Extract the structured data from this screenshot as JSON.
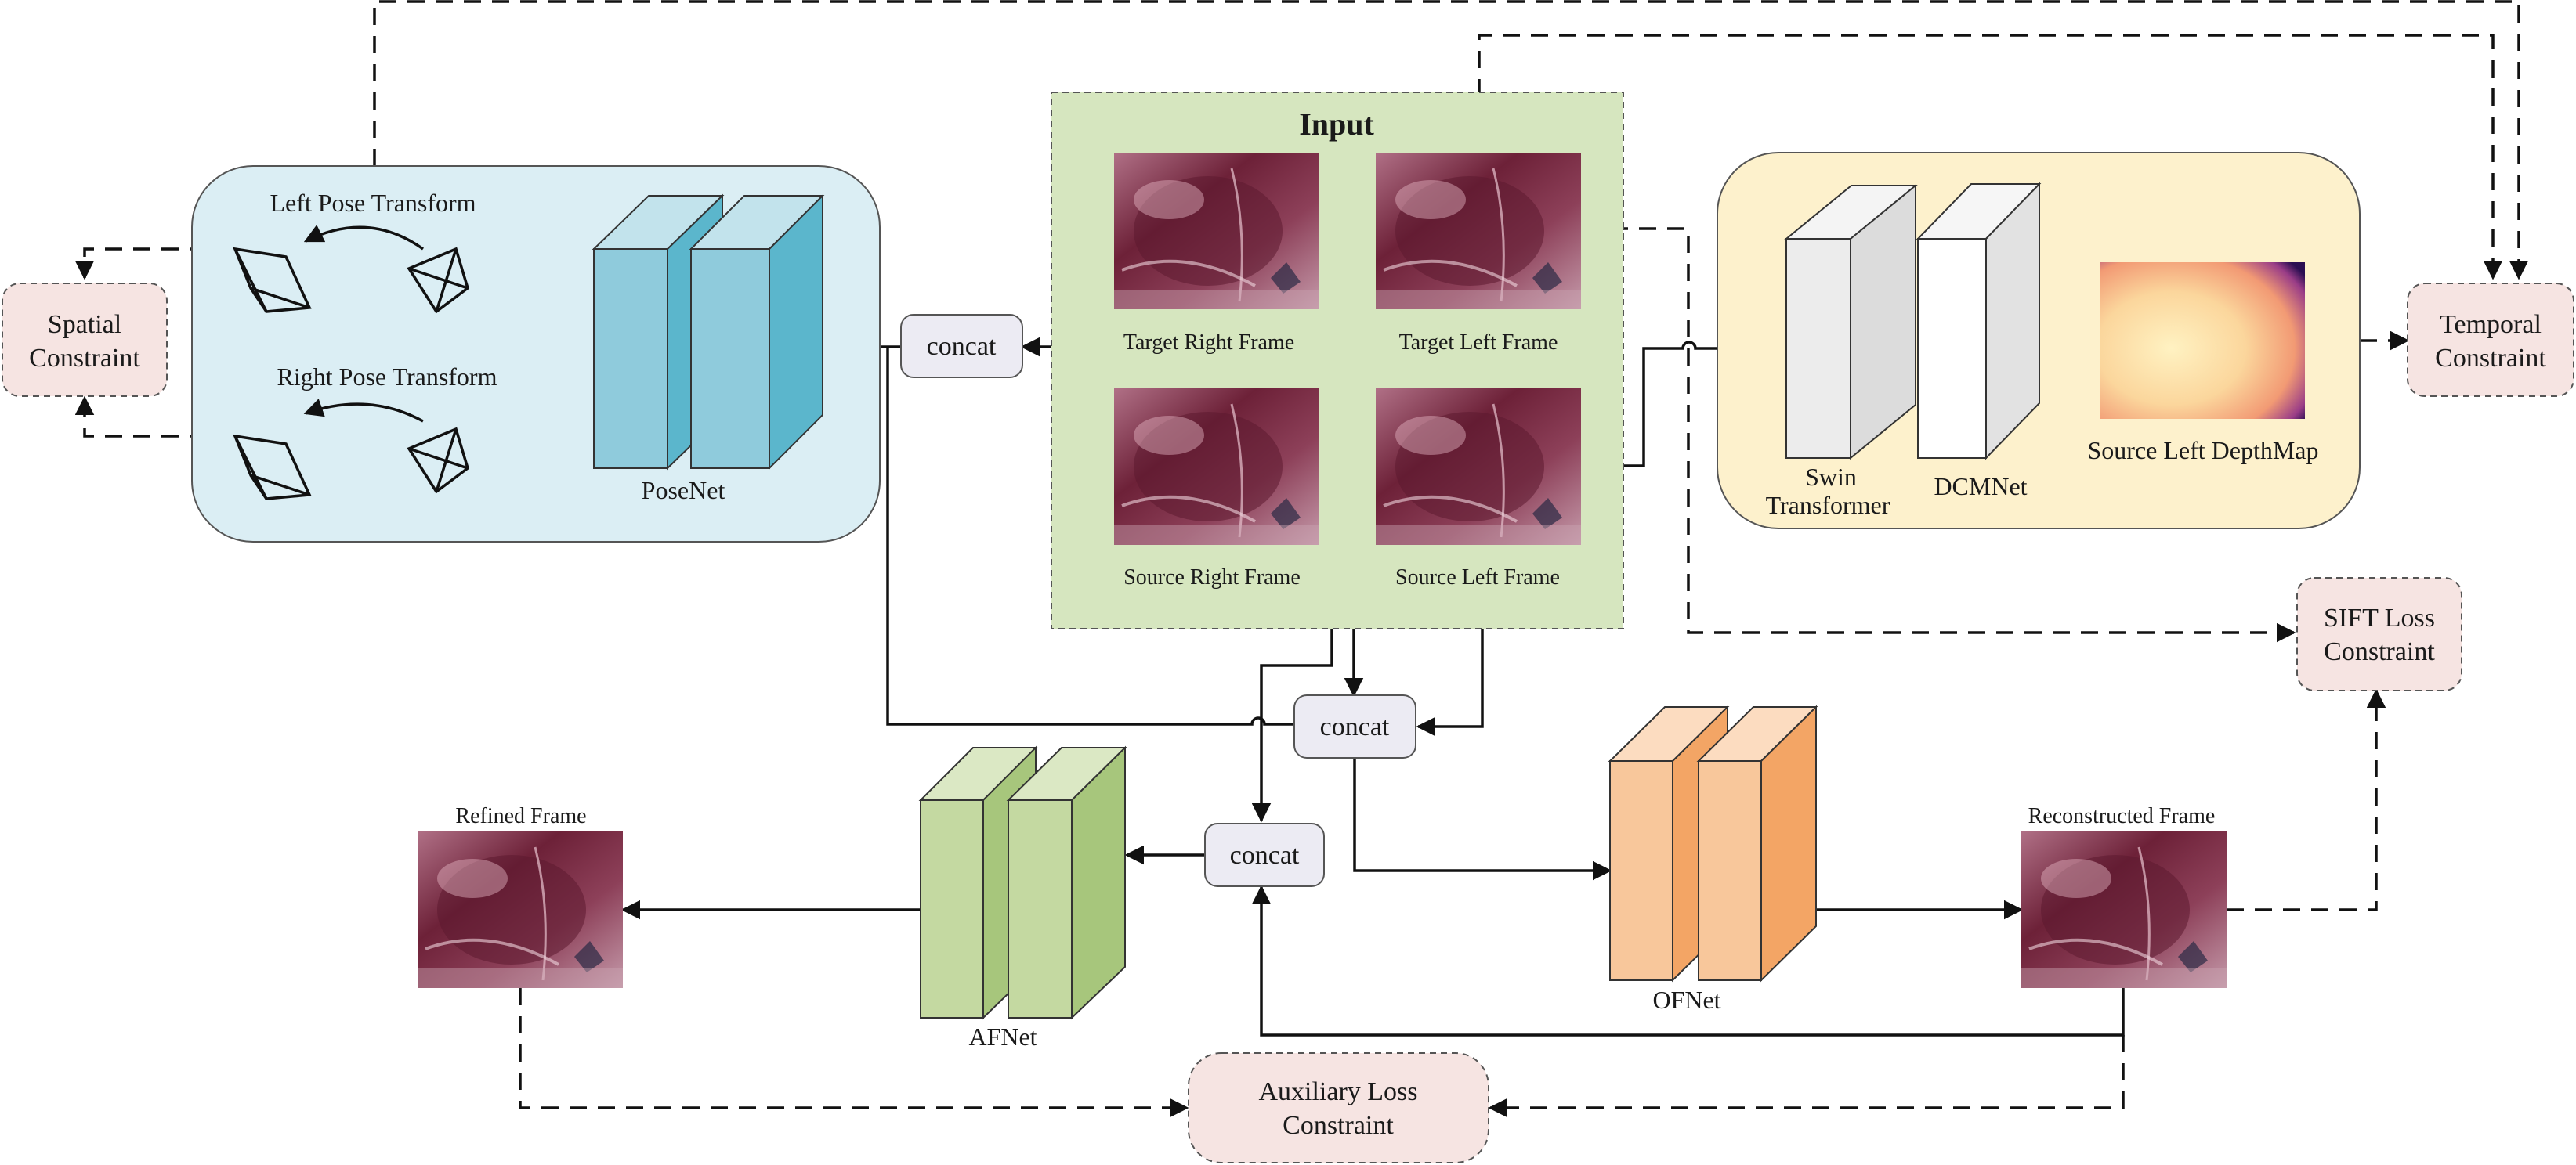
{
  "input": {
    "title": "Input"
  },
  "frames": {
    "target_right": "Target Right Frame",
    "target_left": "Target Left Frame",
    "source_right": "Source Right Frame",
    "source_left": "Source Left Frame",
    "refined": "Refined Frame",
    "reconstructed": "Reconstructed Frame"
  },
  "pose_panel": {
    "left_transform": "Left Pose Transform",
    "right_transform": "Right Pose Transform",
    "network": "PoseNet"
  },
  "depth_panel": {
    "swin_line1": "Swin",
    "swin_line2": "Transformer",
    "dcm": "DCMNet",
    "depth_map": "Source Left DepthMap"
  },
  "concat": {
    "label": "concat"
  },
  "networks": {
    "af": "AFNet",
    "of": "OFNet"
  },
  "constraints": {
    "spatial_line1": "Spatial",
    "spatial_line2": "Constraint",
    "temporal_line1": "Temporal",
    "temporal_line2": "Constraint",
    "sift_line1": "SIFT Loss",
    "sift_line2": "Constraint",
    "aux_line1": "Auxiliary Loss",
    "aux_line2": "Constraint"
  },
  "colors": {
    "pose_panel_fill": "#dbeef4",
    "depth_panel_fill": "#fdf1cc",
    "input_fill": "#d6e6bf",
    "constraint_fill": "#f6e4e2",
    "concat_fill": "#ecebf3",
    "posenet_block": "#8fcbdc",
    "afnet_block": "#c4d9a1",
    "ofnet_block": "#f8c79b"
  }
}
